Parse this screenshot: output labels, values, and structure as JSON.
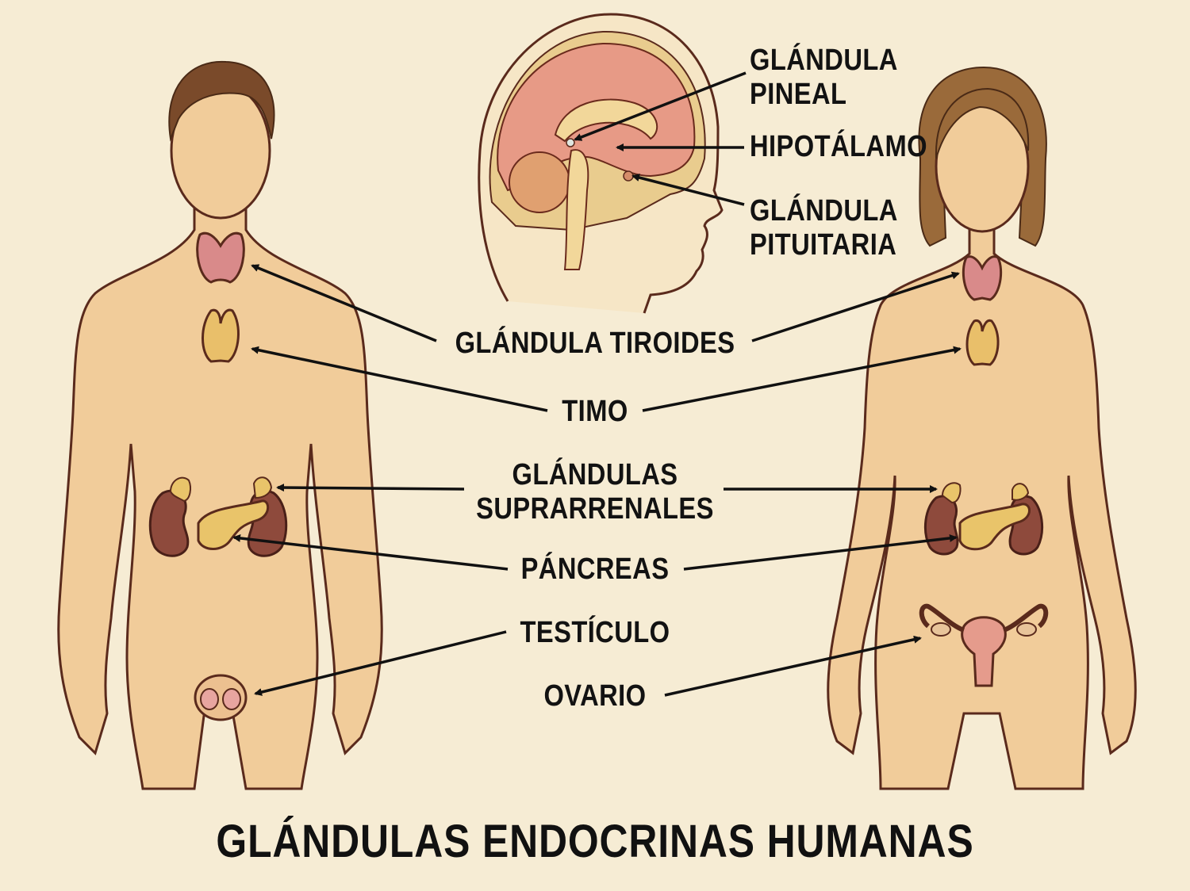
{
  "title": "GLÁNDULAS ENDOCRINAS HUMANAS",
  "colors": {
    "background": "#f6ecd4",
    "skin": "#f1cc9a",
    "outline": "#5a2a1c",
    "hair": "#7a4a2a",
    "thyroid": "#d98a8a",
    "thymus": "#e9bf6a",
    "kidney": "#8e4a3c",
    "pancreas": "#e9c46a",
    "brain": "#e79a86",
    "uterus": "#e59b8c",
    "label": "#121212"
  },
  "figures": {
    "male": "male-body",
    "female": "female-body",
    "head": "brain-sagittal-section"
  },
  "brain_labels": [
    {
      "id": "pineal",
      "line1": "GLÁNDULA",
      "line2": "PINEAL"
    },
    {
      "id": "hypothalamus",
      "line1": "HIPOTÁLAMO",
      "line2": ""
    },
    {
      "id": "pituitary",
      "line1": "GLÁNDULA",
      "line2": "PITUITARIA"
    }
  ],
  "body_labels": {
    "thyroid": "GLÁNDULA TIROIDES",
    "thymus": "TIMO",
    "adrenal_line1": "GLÁNDULAS",
    "adrenal_line2": "SUPRARRENALES",
    "pancreas": "PÁNCREAS",
    "testicle": "TESTÍCULO",
    "ovary": "OVARIO"
  }
}
